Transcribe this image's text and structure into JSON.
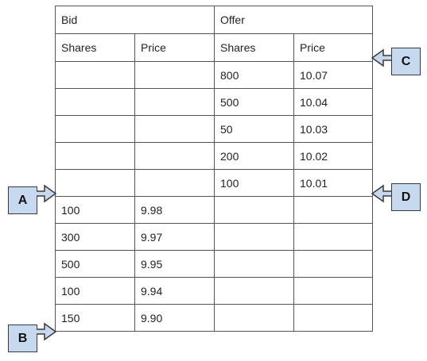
{
  "order_book": {
    "sections": {
      "bid": "Bid",
      "offer": "Offer"
    },
    "columns": [
      "Shares",
      "Price",
      "Shares",
      "Price"
    ],
    "rows": [
      [
        "",
        "",
        "800",
        "10.07"
      ],
      [
        "",
        "",
        "500",
        "10.04"
      ],
      [
        "",
        "",
        "50",
        "10.03"
      ],
      [
        "",
        "",
        "200",
        "10.02"
      ],
      [
        "",
        "",
        "100",
        "10.01"
      ],
      [
        "100",
        "9.98",
        "",
        ""
      ],
      [
        "300",
        "9.97",
        "",
        ""
      ],
      [
        "500",
        "9.95",
        "",
        ""
      ],
      [
        "100",
        "9.94",
        "",
        ""
      ],
      [
        "150",
        "9.90",
        "",
        ""
      ]
    ]
  },
  "callouts": {
    "a": "A",
    "b": "B",
    "c": "C",
    "d": "D"
  },
  "colors": {
    "callout_fill": "#c7d9ef",
    "border": "#555555"
  }
}
